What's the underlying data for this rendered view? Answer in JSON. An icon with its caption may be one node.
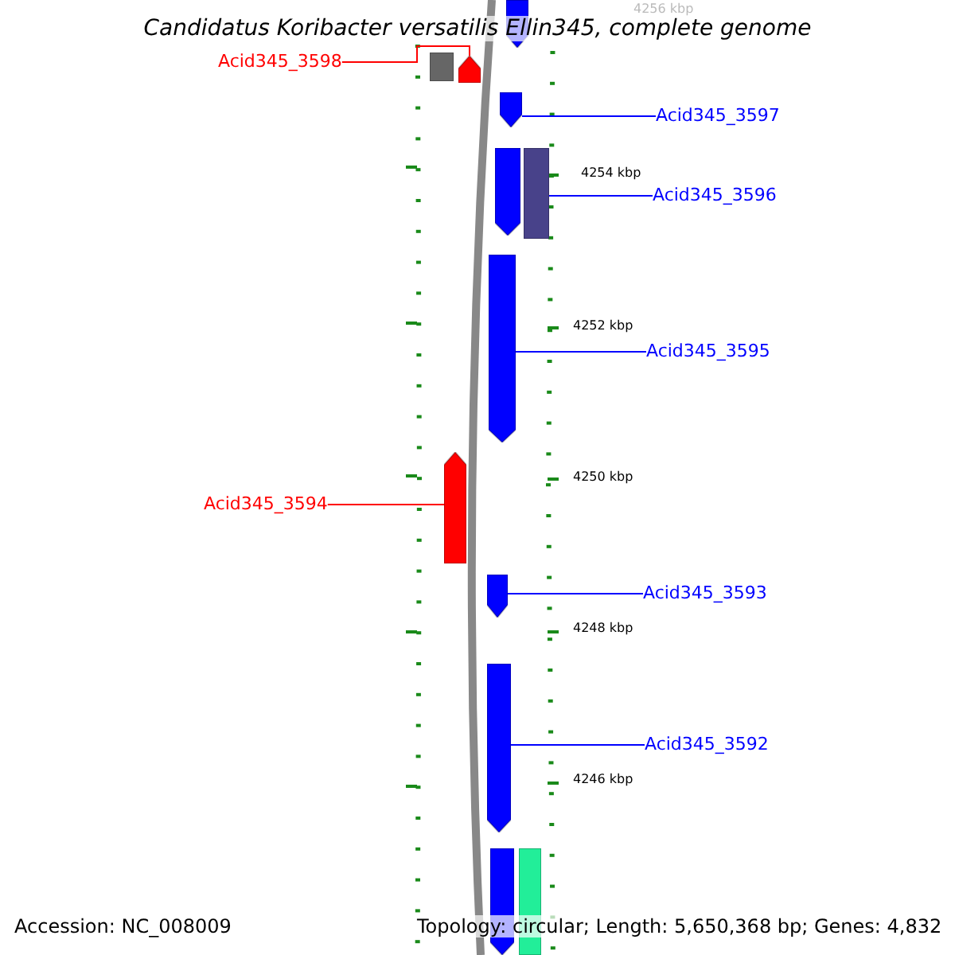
{
  "diagram": {
    "title": "Candidatus Koribacter versatilis Ellin345, complete genome",
    "nodes": [
      {
        "text": [],
        "shape": "bar"
      },
      {
        "text": [
          "Acid345_3598"
        ]
      },
      {
        "text": [],
        "shape": "box"
      },
      {
        "text": [],
        "shape": "bar"
      },
      {
        "text": [],
        "shape": "bar"
      },
      {
        "text": [
          "Acid345_3597"
        ]
      },
      {
        "text": [],
        "shape": "bar"
      },
      {
        "text": [],
        "shape": "box"
      },
      {
        "text": [
          "Acid345_3596"
        ]
      },
      {
        "text": [
          "Acid345_3595"
        ]
      },
      {
        "text": [],
        "shape": "bar"
      },
      {
        "text": [
          "Acid345_3594"
        ]
      },
      {
        "text": [],
        "shape": "bar"
      },
      {
        "text": [],
        "shape": "bar"
      },
      {
        "text": [
          "Acid345_3593"
        ]
      },
      {
        "text": [
          "Acid345_3592"
        ]
      },
      {
        "text": [],
        "shape": "bar"
      },
      {
        "text": [],
        "shape": "bar"
      },
      {
        "text": [],
        "shape": "box"
      }
    ],
    "edges": [
      {
        "from": 1,
        "to": 3,
        "arrow": "none",
        "color": "#ff0000"
      },
      {
        "from": 5,
        "to": 4,
        "arrow": "none"
      },
      {
        "from": 8,
        "to": 7,
        "arrow": "none"
      },
      {
        "from": 9,
        "to": 10,
        "arrow": "none"
      },
      {
        "from": 11,
        "to": 12,
        "arrow": "none",
        "color": "#ff0000"
      },
      {
        "from": 14,
        "to": 13,
        "arrow": "none"
      },
      {
        "from": 15,
        "to": 16,
        "arrow": "none"
      }
    ],
    "labels": [
      "4256 kbp",
      "4254 kbp",
      "4252 kbp",
      "4250 kbp",
      "4248 kbp",
      "4246 kbp",
      "Accession: NC_008009",
      "Topology: circular; Length: 5,650,368 bp; Genes: 4,832"
    ]
  }
}
